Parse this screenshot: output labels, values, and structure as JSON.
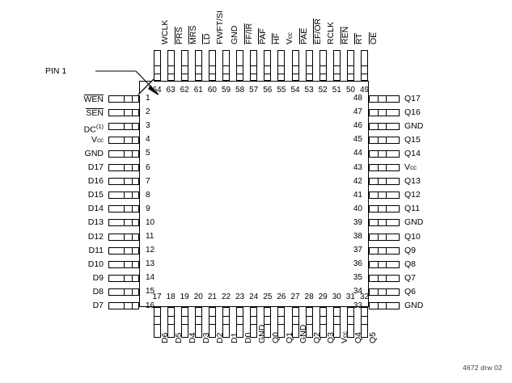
{
  "figure": {
    "callout_label": "PIN 1",
    "footer_note": "4672 drw 02",
    "package_type": "64-pin TQFP pinout diagram"
  },
  "pins": {
    "left": [
      {
        "number": "1",
        "label": "WEN",
        "overline": true,
        "note": ""
      },
      {
        "number": "2",
        "label": "SEN",
        "overline": true,
        "note": ""
      },
      {
        "number": "3",
        "label": "DC",
        "overline": false,
        "note": "(1)"
      },
      {
        "number": "4",
        "label": "Vcc",
        "overline": false,
        "note": ""
      },
      {
        "number": "5",
        "label": "GND",
        "overline": false,
        "note": ""
      },
      {
        "number": "6",
        "label": "D17",
        "overline": false,
        "note": ""
      },
      {
        "number": "7",
        "label": "D16",
        "overline": false,
        "note": ""
      },
      {
        "number": "8",
        "label": "D15",
        "overline": false,
        "note": ""
      },
      {
        "number": "9",
        "label": "D14",
        "overline": false,
        "note": ""
      },
      {
        "number": "10",
        "label": "D13",
        "overline": false,
        "note": ""
      },
      {
        "number": "11",
        "label": "D12",
        "overline": false,
        "note": ""
      },
      {
        "number": "12",
        "label": "D11",
        "overline": false,
        "note": ""
      },
      {
        "number": "13",
        "label": "D10",
        "overline": false,
        "note": ""
      },
      {
        "number": "14",
        "label": "D9",
        "overline": false,
        "note": ""
      },
      {
        "number": "15",
        "label": "D8",
        "overline": false,
        "note": ""
      },
      {
        "number": "16",
        "label": "D7",
        "overline": false,
        "note": ""
      }
    ],
    "bottom": [
      {
        "number": "17",
        "label": "D6",
        "overline": false
      },
      {
        "number": "18",
        "label": "D5",
        "overline": false
      },
      {
        "number": "19",
        "label": "D4",
        "overline": false
      },
      {
        "number": "20",
        "label": "D3",
        "overline": false
      },
      {
        "number": "21",
        "label": "D2",
        "overline": false
      },
      {
        "number": "22",
        "label": "D1",
        "overline": false
      },
      {
        "number": "23",
        "label": "D0",
        "overline": false
      },
      {
        "number": "24",
        "label": "GND",
        "overline": false
      },
      {
        "number": "25",
        "label": "Q0",
        "overline": false
      },
      {
        "number": "26",
        "label": "Q1",
        "overline": false
      },
      {
        "number": "27",
        "label": "GND",
        "overline": false
      },
      {
        "number": "28",
        "label": "Q2",
        "overline": false
      },
      {
        "number": "29",
        "label": "Q3",
        "overline": false
      },
      {
        "number": "30",
        "label": "Vcc",
        "overline": false
      },
      {
        "number": "31",
        "label": "Q4",
        "overline": false
      },
      {
        "number": "32",
        "label": "Q5",
        "overline": false
      }
    ],
    "right": [
      {
        "number": "33",
        "label": "GND",
        "overline": false
      },
      {
        "number": "34",
        "label": "Q6",
        "overline": false
      },
      {
        "number": "35",
        "label": "Q7",
        "overline": false
      },
      {
        "number": "36",
        "label": "Q8",
        "overline": false
      },
      {
        "number": "37",
        "label": "Q9",
        "overline": false
      },
      {
        "number": "38",
        "label": "Q10",
        "overline": false
      },
      {
        "number": "39",
        "label": "GND",
        "overline": false
      },
      {
        "number": "40",
        "label": "Q11",
        "overline": false
      },
      {
        "number": "41",
        "label": "Q12",
        "overline": false
      },
      {
        "number": "42",
        "label": "Q13",
        "overline": false
      },
      {
        "number": "43",
        "label": "Vcc",
        "overline": false
      },
      {
        "number": "44",
        "label": "Q14",
        "overline": false
      },
      {
        "number": "45",
        "label": "Q15",
        "overline": false
      },
      {
        "number": "46",
        "label": "GND",
        "overline": false
      },
      {
        "number": "47",
        "label": "Q16",
        "overline": false
      },
      {
        "number": "48",
        "label": "Q17",
        "overline": false
      }
    ],
    "top": [
      {
        "number": "49",
        "label": "OE",
        "overline": true
      },
      {
        "number": "50",
        "label": "RT",
        "overline": true
      },
      {
        "number": "51",
        "label": "REN",
        "overline": true
      },
      {
        "number": "52",
        "label": "RCLK",
        "overline": false
      },
      {
        "number": "53",
        "label": "EF/OR",
        "overline": true
      },
      {
        "number": "54",
        "label": "PAE",
        "overline": true
      },
      {
        "number": "55",
        "label": "Vcc",
        "overline": false
      },
      {
        "number": "56",
        "label": "HF",
        "overline": true
      },
      {
        "number": "57",
        "label": "PAF",
        "overline": true
      },
      {
        "number": "58",
        "label": "FF/IR",
        "overline": true
      },
      {
        "number": "59",
        "label": "GND",
        "overline": false
      },
      {
        "number": "60",
        "label": "FWFT/SI",
        "overline": false
      },
      {
        "number": "61",
        "label": "LD",
        "overline": true
      },
      {
        "number": "62",
        "label": "MRS",
        "overline": true
      },
      {
        "number": "63",
        "label": "PRS",
        "overline": true
      },
      {
        "number": "64",
        "label": "WCLK",
        "overline": false
      }
    ]
  }
}
